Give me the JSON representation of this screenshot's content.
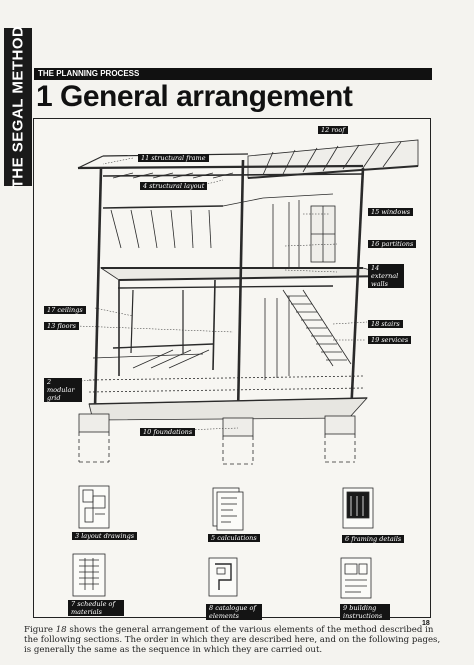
{
  "side_tab": "THE SEGAL METHOD",
  "section_label": "THE PLANNING PROCESS",
  "title": "1 General arrangement",
  "figure_number": "18",
  "labels": {
    "roof": "12 roof",
    "structural_frame": "11 structural frame",
    "structural_layout": "4 structural layout",
    "windows": "15 windows",
    "partitions": "16 partitions",
    "external_walls": "14 external walls",
    "ceilings": "17 ceilings",
    "floors": "13 floors",
    "stairs": "18 stairs",
    "services": "19 services",
    "modular_grid": "2 modular grid",
    "foundations": "10 foundations",
    "layout_drawings": "3 layout drawings",
    "calculations": "5 calculations",
    "framing_details": "6 framing details",
    "schedule_materials": "7 schedule of materials",
    "catalogue_elements": "8 catalogue of elements",
    "building_instructions": "9 building instructions"
  },
  "caption": {
    "figure_word": "Figure ",
    "figure_ref": "18",
    "text": " shows the general arrangement of the various elements of the method described in the following sections. The order in which they are described here, and on the following pages, is generally the same as the sequence in which they are carried out."
  }
}
